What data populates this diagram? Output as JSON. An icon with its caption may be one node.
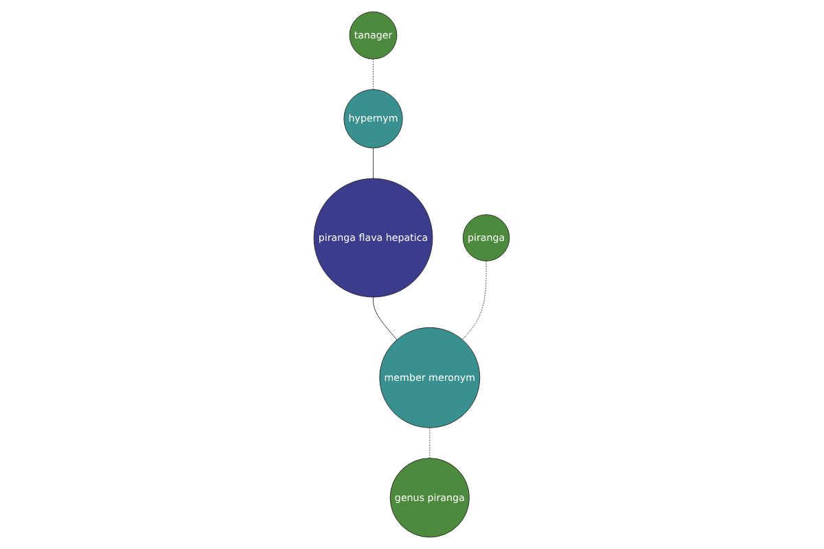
{
  "diagram": {
    "nodes": [
      {
        "text": [
          "tanager"
        ]
      },
      {
        "text": [
          "hypernym"
        ]
      },
      {
        "text": [
          "piranga flava hepatica"
        ]
      },
      {
        "text": [
          "piranga"
        ]
      },
      {
        "text": [
          "member meronym"
        ]
      },
      {
        "text": [
          "genus piranga"
        ]
      }
    ],
    "edges": [
      {
        "from": 0,
        "to": 1,
        "arrow": "none",
        "style": "dashed"
      },
      {
        "from": 1,
        "to": 2,
        "arrow": "none"
      },
      {
        "from": 2,
        "to": 4,
        "arrow": "none"
      },
      {
        "from": 3,
        "to": 4,
        "arrow": "none",
        "style": "dashed"
      },
      {
        "from": 4,
        "to": 5,
        "arrow": "none",
        "style": "dashed"
      }
    ]
  }
}
